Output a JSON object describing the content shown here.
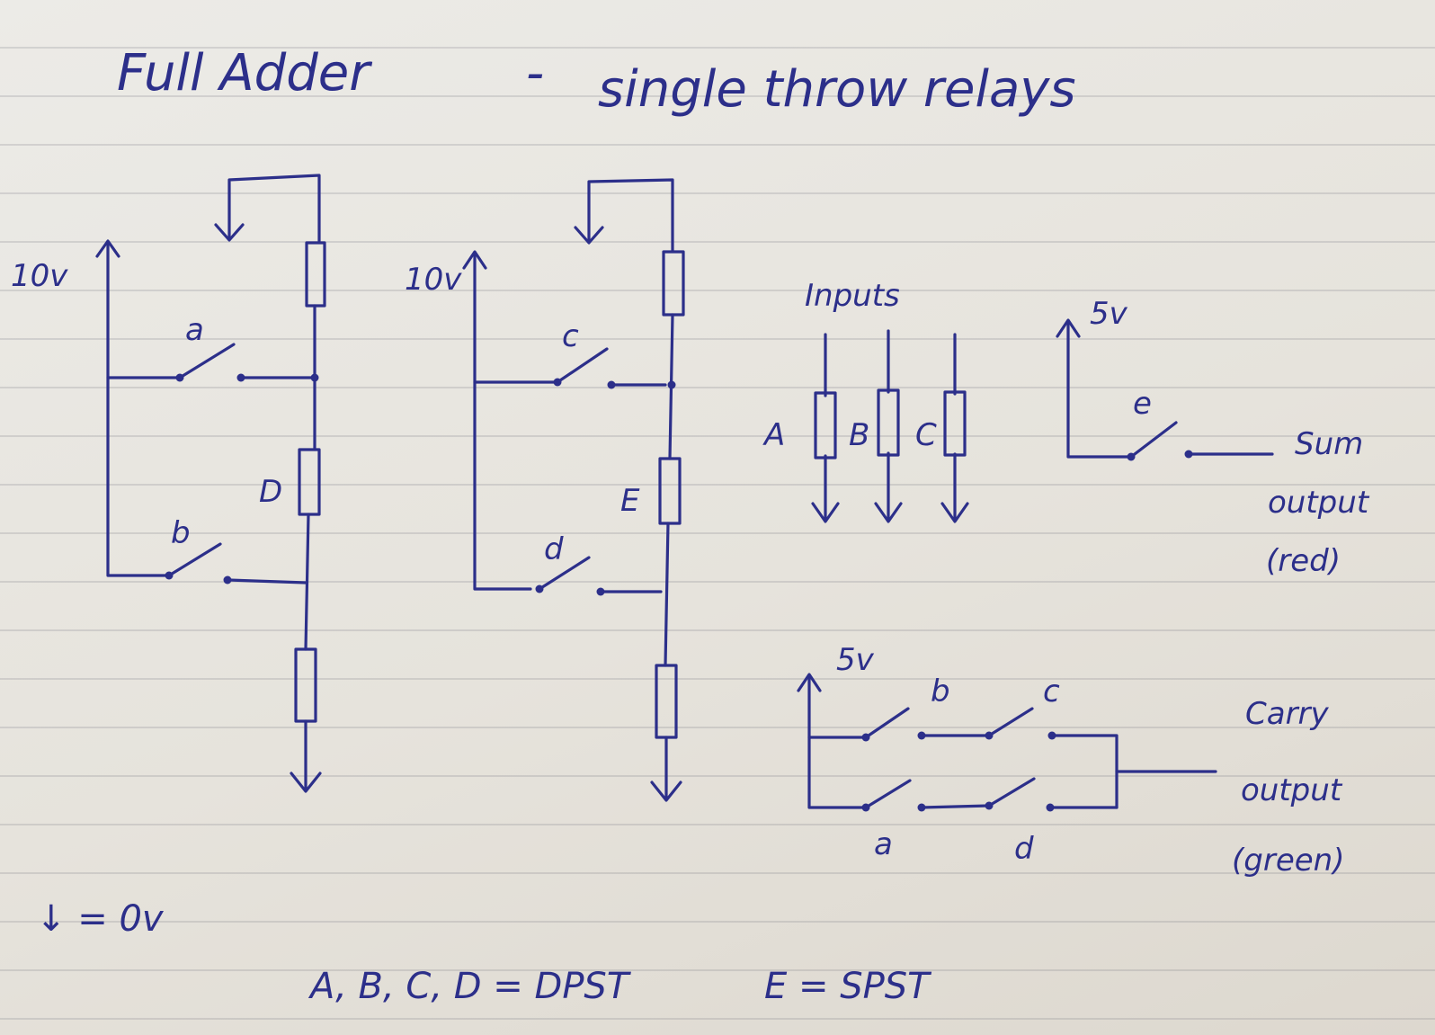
{
  "title": "Full Adder",
  "title_dash": "-",
  "subtitle": "single throw relays",
  "voltages": {
    "left": "10v",
    "middle": "10v",
    "sum": "5v",
    "carry": "5v"
  },
  "left_circuit": {
    "switch_top": "a",
    "switch_bottom": "b",
    "relay": "D"
  },
  "middle_circuit": {
    "switch_top": "c",
    "switch_bottom": "d",
    "relay": "E"
  },
  "inputs": {
    "heading": "Inputs",
    "relays": [
      "A",
      "B",
      "C"
    ]
  },
  "sum": {
    "switch": "e",
    "label_1": "Sum",
    "label_2": "output",
    "label_3": "(red)"
  },
  "carry": {
    "switch_top_1": "b",
    "switch_top_2": "c",
    "switch_bottom_1": "a",
    "switch_bottom_2": "d",
    "label_1": "Carry",
    "label_2": "output",
    "label_3": "(green)"
  },
  "legend": {
    "ground": "↓ = 0v",
    "dpst": "A, B, C, D = DPST",
    "spst": "E = SPST"
  },
  "colors": {
    "ink": "#2c2f8a",
    "paper": "#e9e6e0",
    "rule": "#9a9aa2"
  }
}
